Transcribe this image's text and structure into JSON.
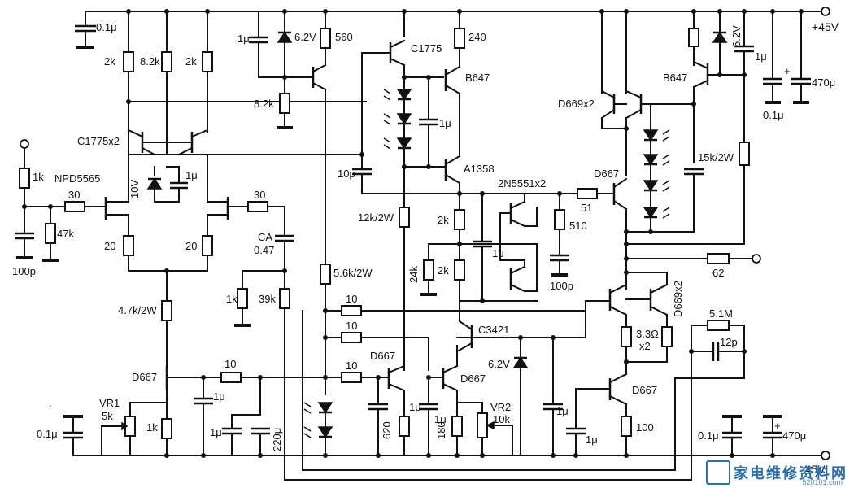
{
  "supply": {
    "positive": "+45V",
    "negative": "-45V"
  },
  "labels": {
    "c_in_top": "0.1μ",
    "r2k_l": "2k",
    "r82k": "8.2k",
    "r2k_r": "2k",
    "c1775x2": "C1775x2",
    "npd5565": "NPD5565",
    "r1k_in": "1k",
    "r30_l": "30",
    "r47k": "47k",
    "c100p_in": "100p",
    "v10": "10V",
    "c1u_zen": "1μ",
    "r20_l": "20",
    "r20_r": "20",
    "r30_r": "30",
    "ca": "CA",
    "ca_val": "0.47",
    "r1k_fb": "1k",
    "r39k": "39k",
    "r47k_2w": "4.7k/2W",
    "d667_bl": "D667",
    "r10_b": "10",
    "c1u_b1": "1μ",
    "c1u_b2": "1μ",
    "c220u": "220μ",
    "vr1": "VR1",
    "vr1_val": "5k",
    "r1k_b": "1k",
    "c01u_bl": "0.1μ",
    "dot_mark": ".",
    "c1u_top": "1μ",
    "z62_top": "6.2V",
    "r560": "560",
    "r82k_b": "8.2k",
    "r56k": "5.6k/2W",
    "r10_m1": "10",
    "r10_m2": "10",
    "r10_m3": "10",
    "c1775": "C1775",
    "r240": "240",
    "b647_l": "B647",
    "c1u_led": "1μ",
    "c10p": "10p",
    "a1358": "A1358",
    "r12k": "12k/2W",
    "d667_m1": "D667",
    "r620": "620",
    "c1u_m1": "1μ",
    "d667_m2": "D667",
    "r180": "180",
    "c1u_m2": "1μ",
    "vr2": "VR2",
    "vr2_val": "10k",
    "c3421": "C3421",
    "z62_mid": "6.2V",
    "r2k_vbe1": "2k",
    "r24k": "24k",
    "r2k_vbe2": "2k",
    "c1u_vbe": "1μ",
    "n2n5551": "2N5551x2",
    "r510": "510",
    "c100p_vbe": "100p",
    "r51": "51",
    "d667_r1": "D667",
    "d669x2_top": "D669x2",
    "b647_r": "B647",
    "z62_right": "6.2V",
    "c1u_right": "1μ",
    "c01u_tr": "0.1μ",
    "c470u_tr": "470μ",
    "r15k": "15k/2W",
    "r62": "62",
    "d669x2_bot": "D669x2",
    "r33": "3.3Ω",
    "x2": "x2",
    "r51m": "5.1M",
    "c12p": "12p",
    "d667_r2": "D667",
    "r100": "100",
    "c1u_r": "1μ",
    "c1u_r2": "1μ",
    "c01u_br": "0.1μ",
    "c470u_br": "470μ"
  },
  "watermark": {
    "text": "家电维修资料网",
    "url": "520101.com"
  }
}
